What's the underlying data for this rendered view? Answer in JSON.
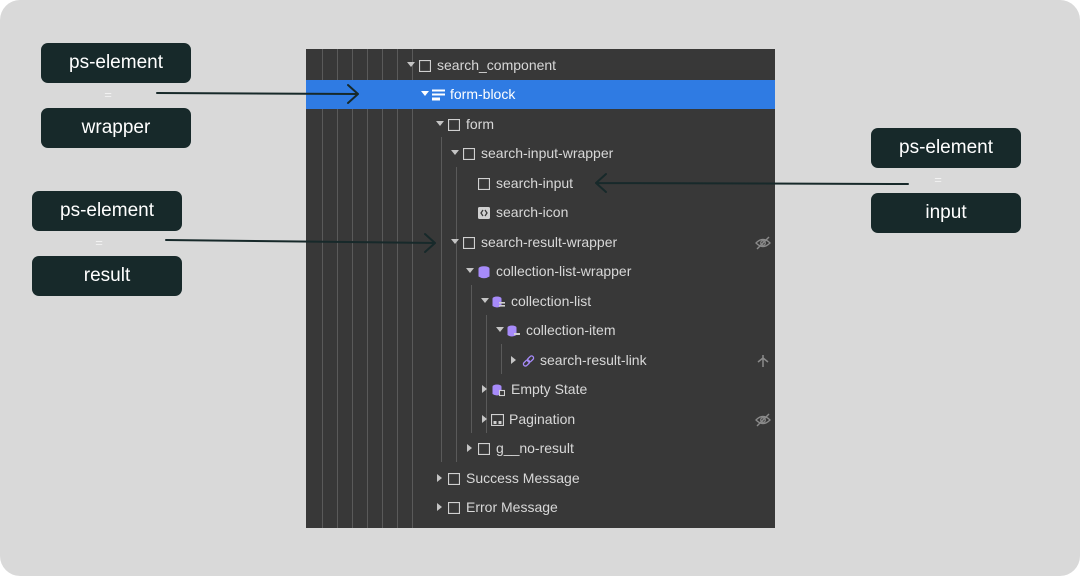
{
  "annotations": [
    {
      "top": "ps-element",
      "equals": "=",
      "bottom": "wrapper"
    },
    {
      "top": "ps-element",
      "equals": "=",
      "bottom": "result"
    },
    {
      "top": "ps-element",
      "equals": "=",
      "bottom": "input"
    }
  ],
  "navigator": {
    "rows": [
      {
        "label": "search_component",
        "icon": "box-icon"
      },
      {
        "label": "form-block",
        "icon": "form-block-icon",
        "selected": true
      },
      {
        "label": "form",
        "icon": "box-icon"
      },
      {
        "label": "search-input-wrapper",
        "icon": "box-icon"
      },
      {
        "label": "search-input",
        "icon": "box-icon"
      },
      {
        "label": "search-icon",
        "icon": "code-embed-icon"
      },
      {
        "label": "search-result-wrapper",
        "icon": "box-icon",
        "trailing": "eye-off-icon"
      },
      {
        "label": "collection-list-wrapper",
        "icon": "database-icon"
      },
      {
        "label": "collection-list",
        "icon": "collection-list-icon"
      },
      {
        "label": "collection-item",
        "icon": "collection-item-icon"
      },
      {
        "label": "search-result-link",
        "icon": "link-icon",
        "trailing": "pin-icon"
      },
      {
        "label": "Empty State",
        "icon": "empty-state-icon"
      },
      {
        "label": "Pagination",
        "icon": "pagination-icon",
        "trailing": "eye-off-icon"
      },
      {
        "label": "g__no-result",
        "icon": "box-icon"
      },
      {
        "label": "Success Message",
        "icon": "box-icon"
      },
      {
        "label": "Error Message",
        "icon": "box-icon"
      }
    ]
  },
  "colors": {
    "canvas": "#d9d9d9",
    "panel": "#383838",
    "selection": "#2f7be3",
    "badge": "#17292a",
    "cms_purple": "#a78bfa",
    "arrow": "#17292a"
  }
}
